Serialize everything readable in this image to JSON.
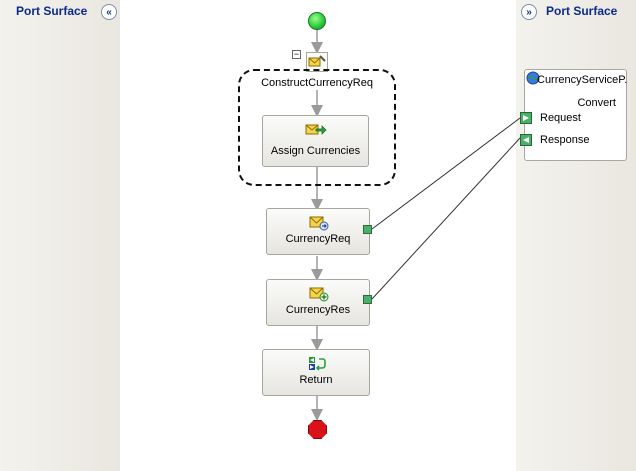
{
  "left_panel": {
    "title": "Port Surface",
    "collapse_glyph": "«"
  },
  "right_panel": {
    "title": "Port Surface",
    "collapse_glyph": "»"
  },
  "orchestration": {
    "construct": {
      "label": "ConstructCurrencyReq",
      "collapse_glyph": "−"
    },
    "assign": {
      "label": "Assign Currencies"
    },
    "send": {
      "label": "CurrencyReq"
    },
    "receive": {
      "label": "CurrencyRes"
    },
    "return": {
      "label": "Return"
    }
  },
  "port": {
    "name": "CurrencyServiceP...",
    "operation": "Convert",
    "request": "Request",
    "response": "Response"
  },
  "colors": {
    "start": "#2ecc40",
    "end": "#d9121a",
    "port_square": "#4caf6a",
    "header_text": "#0b2a8a"
  }
}
